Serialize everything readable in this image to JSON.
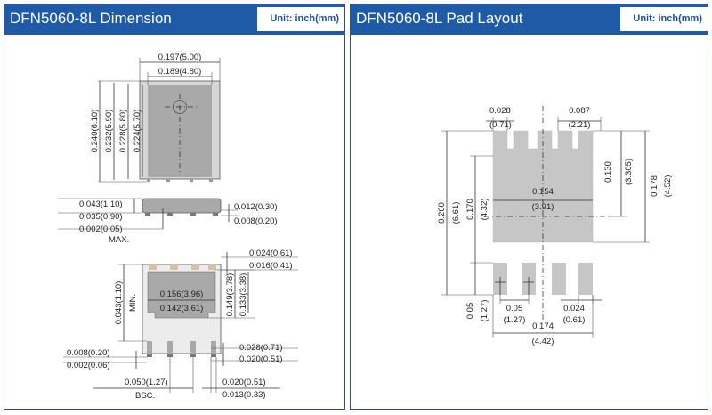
{
  "left_panel": {
    "title": "DFN5060-8L Dimension",
    "unit": "Unit: inch(mm)",
    "labels": {
      "w_0197": "0.197(5.00)",
      "w_0189": "0.189(4.80)",
      "h_0240": "0.240(6.10)",
      "h_0232": "0.232(5.90)",
      "h_0228": "0.228(5.80)",
      "h_0224": "0.224(5.70)",
      "t_0043": "0.043(1.10)",
      "t_0035": "0.035(0.90)",
      "t_0002": "0.002(0.05)",
      "max": "MAX.",
      "t_0012": "0.012(0.30)",
      "t_0008": "0.008(0.20)",
      "b_0024": "0.024(0.61)",
      "b_0016": "0.016(0.41)",
      "pad_0156": "0.156(3.96)",
      "pad_0142": "0.142(3.61)",
      "pad_h0149": "0.149(3.78)",
      "pad_h0133": "0.133(3.38)",
      "v_0043": "0.043(1.10)",
      "min": "MIN.",
      "b_0028": "0.028(0.71)",
      "b_0020": "0.020(0.51)",
      "b_0008": "0.008(0.20)",
      "b_0002": "0.002(0.06)",
      "pitch": "0.050(1.27)",
      "bsc": "BSC.",
      "lead_0020": "0.020(0.51)",
      "lead_0013": "0.013(0.33)"
    }
  },
  "right_panel": {
    "title": "DFN5060-8L Pad Layout",
    "unit": "Unit: inch(mm)",
    "labels": {
      "top_0028": "0.028",
      "top_071": "(0.71)",
      "top_0087": "0.087",
      "top_221": "(2.21)",
      "mid_0154": "0.154",
      "mid_391": "(3.91)",
      "r_0130": "0.130",
      "r_3305": "(3.305)",
      "r_0178": "0.178",
      "r_452": "(4.52)",
      "l_0260": "0.260",
      "l_661": "(6.61)",
      "l_0170": "0.170",
      "l_432": "(4.32)",
      "l_005": "0.05",
      "l_127": "(1.27)",
      "b_005": "0.05",
      "b_127": "(1.27)",
      "b_0024": "0.024",
      "b_061": "(0.61)",
      "b_0174": "0.174",
      "b_442": "(4.42)"
    }
  }
}
